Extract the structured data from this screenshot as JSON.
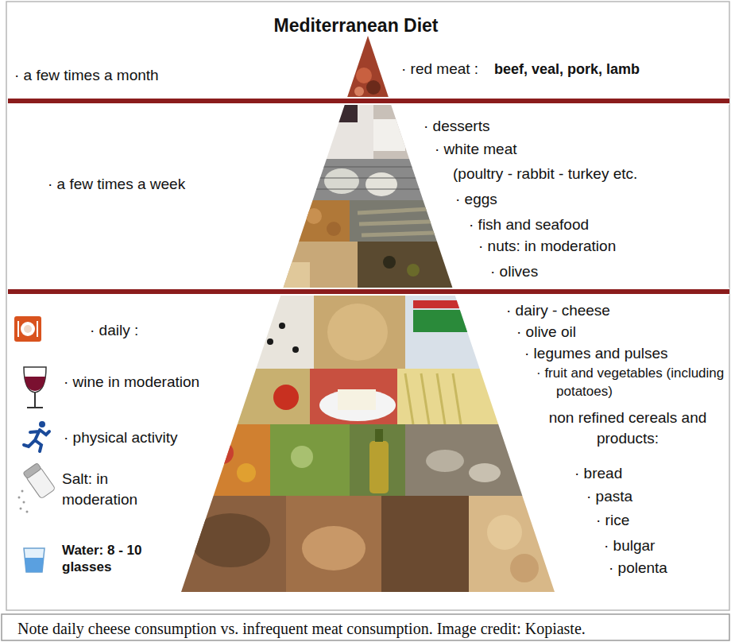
{
  "diagram": {
    "title": "Mediterranean Diet",
    "caption": "Note daily cheese consumption vs. infrequent meat consumption. Image credit: Kopiaste.",
    "labels": [
      "· a few times a month",
      "· red meat :",
      "beef, veal, pork, lamb",
      "· a few times a week",
      "· desserts",
      "· white meat",
      "(poultry - rabbit - turkey etc.",
      "· eggs",
      "· fish and seafood",
      "· nuts: in moderation",
      "· olives",
      "· daily :",
      "· wine in moderation",
      "· physical activity",
      "Salt: in moderation",
      "Water: 8 - 10 glasses",
      "· dairy - cheese",
      "· olive oil",
      "· legumes and pulses",
      "· fruit and vegetables (including potatoes)",
      "non refined cereals and products:",
      "· bread",
      "· pasta",
      "· rice",
      "· bulgar",
      "· polenta"
    ]
  }
}
